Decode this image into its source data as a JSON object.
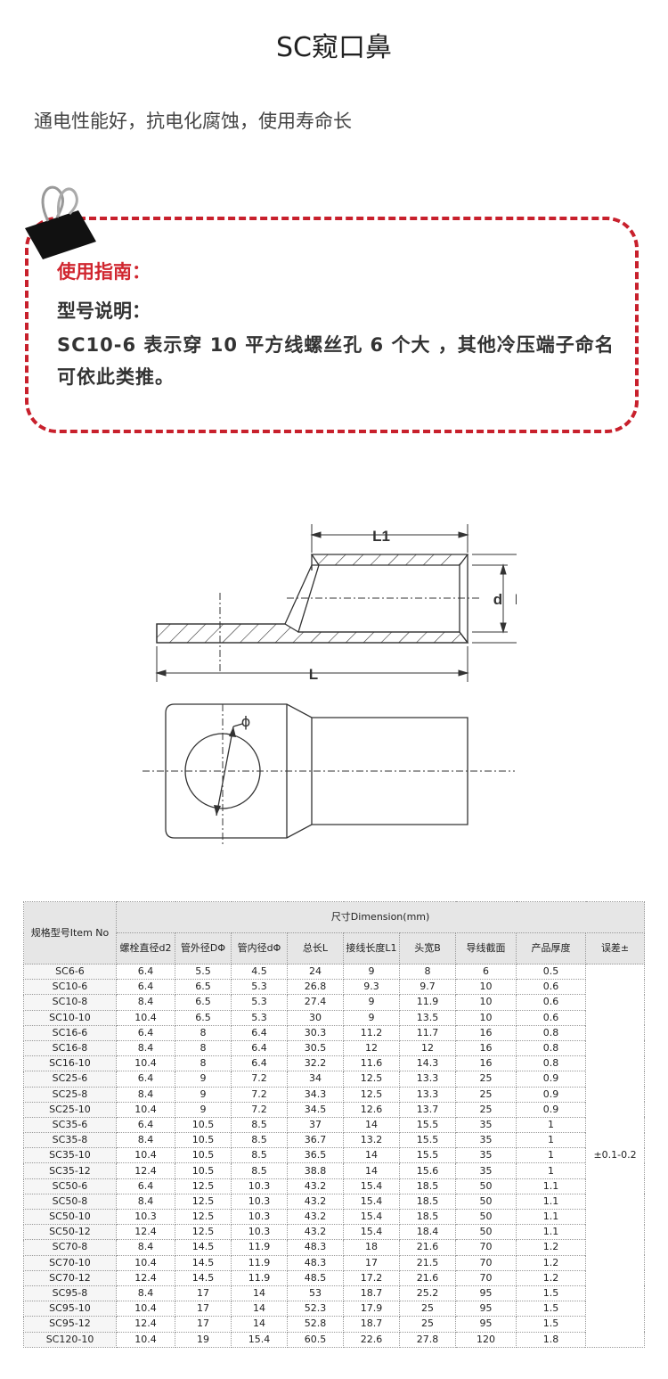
{
  "title": "SC窥口鼻",
  "feature": "通电性能好，抗电化腐蚀，使用寿命长",
  "guide": {
    "title": "使用指南：",
    "subtitle": "型号说明：",
    "text": "SC10-6 表示穿 10 平方线螺丝孔 6 个大 ，其他冷压端子命名可依此类推。"
  },
  "drawing": {
    "label_L1": "L1",
    "label_L": "L",
    "label_d": "d",
    "label_D": "D",
    "label_phi": "ϕ"
  },
  "table": {
    "item_header": "规格型号Item No",
    "dimension_header": "尺寸Dimension(mm)",
    "columns": [
      "螺栓直径d2",
      "管外径DΦ",
      "管内径dΦ",
      "总长L",
      "接线长度L1",
      "头宽B",
      "导线截面",
      "产品厚度",
      "误差±"
    ],
    "tolerance": "±0.1-0.2",
    "rows": [
      [
        "SC6-6",
        "6.4",
        "5.5",
        "4.5",
        "24",
        "9",
        "8",
        "6",
        "0.5"
      ],
      [
        "SC10-6",
        "6.4",
        "6.5",
        "5.3",
        "26.8",
        "9.3",
        "9.7",
        "10",
        "0.6"
      ],
      [
        "SC10-8",
        "8.4",
        "6.5",
        "5.3",
        "27.4",
        "9",
        "11.9",
        "10",
        "0.6"
      ],
      [
        "SC10-10",
        "10.4",
        "6.5",
        "5.3",
        "30",
        "9",
        "13.5",
        "10",
        "0.6"
      ],
      [
        "SC16-6",
        "6.4",
        "8",
        "6.4",
        "30.3",
        "11.2",
        "11.7",
        "16",
        "0.8"
      ],
      [
        "SC16-8",
        "8.4",
        "8",
        "6.4",
        "30.5",
        "12",
        "12",
        "16",
        "0.8"
      ],
      [
        "SC16-10",
        "10.4",
        "8",
        "6.4",
        "32.2",
        "11.6",
        "14.3",
        "16",
        "0.8"
      ],
      [
        "SC25-6",
        "6.4",
        "9",
        "7.2",
        "34",
        "12.5",
        "13.3",
        "25",
        "0.9"
      ],
      [
        "SC25-8",
        "8.4",
        "9",
        "7.2",
        "34.3",
        "12.5",
        "13.3",
        "25",
        "0.9"
      ],
      [
        "SC25-10",
        "10.4",
        "9",
        "7.2",
        "34.5",
        "12.6",
        "13.7",
        "25",
        "0.9"
      ],
      [
        "SC35-6",
        "6.4",
        "10.5",
        "8.5",
        "37",
        "14",
        "15.5",
        "35",
        "1"
      ],
      [
        "SC35-8",
        "8.4",
        "10.5",
        "8.5",
        "36.7",
        "13.2",
        "15.5",
        "35",
        "1"
      ],
      [
        "SC35-10",
        "10.4",
        "10.5",
        "8.5",
        "36.5",
        "14",
        "15.5",
        "35",
        "1"
      ],
      [
        "SC35-12",
        "12.4",
        "10.5",
        "8.5",
        "38.8",
        "14",
        "15.6",
        "35",
        "1"
      ],
      [
        "SC50-6",
        "6.4",
        "12.5",
        "10.3",
        "43.2",
        "15.4",
        "18.5",
        "50",
        "1.1"
      ],
      [
        "SC50-8",
        "8.4",
        "12.5",
        "10.3",
        "43.2",
        "15.4",
        "18.5",
        "50",
        "1.1"
      ],
      [
        "SC50-10",
        "10.3",
        "12.5",
        "10.3",
        "43.2",
        "15.4",
        "18.5",
        "50",
        "1.1"
      ],
      [
        "SC50-12",
        "12.4",
        "12.5",
        "10.3",
        "43.2",
        "15.4",
        "18.4",
        "50",
        "1.1"
      ],
      [
        "SC70-8",
        "8.4",
        "14.5",
        "11.9",
        "48.3",
        "18",
        "21.6",
        "70",
        "1.2"
      ],
      [
        "SC70-10",
        "10.4",
        "14.5",
        "11.9",
        "48.3",
        "17",
        "21.5",
        "70",
        "1.2"
      ],
      [
        "SC70-12",
        "12.4",
        "14.5",
        "11.9",
        "48.5",
        "17.2",
        "21.6",
        "70",
        "1.2"
      ],
      [
        "SC95-8",
        "8.4",
        "17",
        "14",
        "53",
        "18.7",
        "25.2",
        "95",
        "1.5"
      ],
      [
        "SC95-10",
        "10.4",
        "17",
        "14",
        "52.3",
        "17.9",
        "25",
        "95",
        "1.5"
      ],
      [
        "SC95-12",
        "12.4",
        "17",
        "14",
        "52.8",
        "18.7",
        "25",
        "95",
        "1.5"
      ],
      [
        "SC120-10",
        "10.4",
        "19",
        "15.4",
        "60.5",
        "22.6",
        "27.8",
        "120",
        "1.8"
      ]
    ]
  },
  "colors": {
    "accent": "#c8202c",
    "header_bg": "#e6e6e6"
  }
}
